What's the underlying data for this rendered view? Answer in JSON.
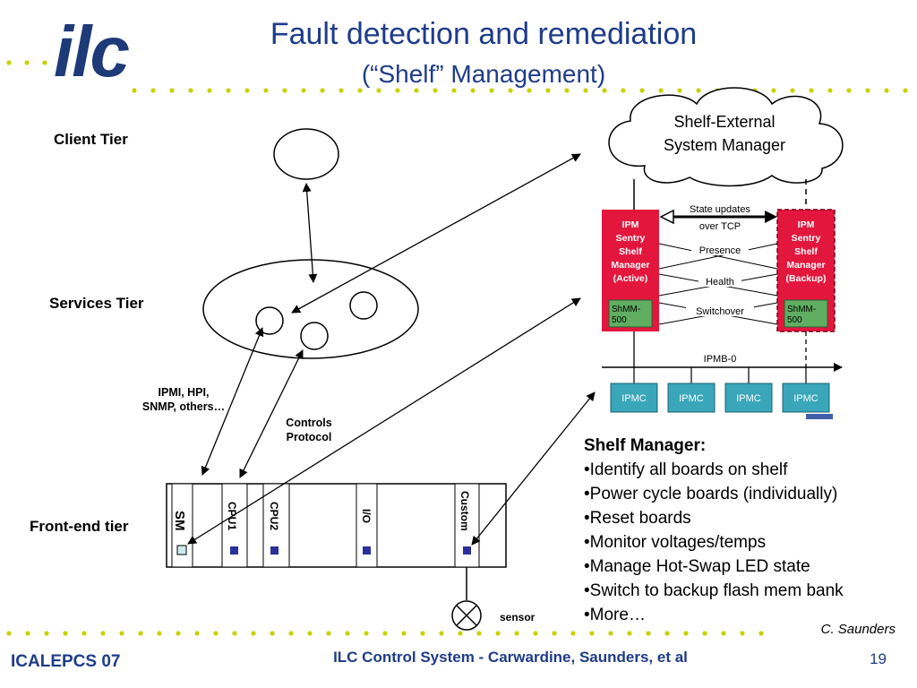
{
  "slide": {
    "logo": "ilc",
    "title": "Fault detection and remediation",
    "subtitle": "(“Shelf” Management)",
    "author": "C. Saunders",
    "footer_left": "ICALEPCS 07",
    "footer_center": "ILC Control System - Carwardine, Saunders, et al",
    "page_number": "19",
    "colors": {
      "title": "#1f3b8a",
      "dots": "#c8d200",
      "ipm_red": "#e3173e",
      "ipmc_teal": "#3aa6b9",
      "shmm_green": "#5fae62",
      "board_led": "#2b2f9e"
    }
  },
  "tiers": {
    "client": "Client Tier",
    "services": "Services Tier",
    "frontend": "Front-end  tier"
  },
  "labels": {
    "ipmi": [
      "IPMI, HPI,",
      "SNMP, others…"
    ],
    "controls": [
      "Controls",
      "Protocol"
    ],
    "sensor": "sensor"
  },
  "crate": {
    "slots": [
      "SM",
      "CPU1",
      "CPU2",
      "I/O",
      "Custom"
    ]
  },
  "shelf_figure": {
    "cloud": [
      "Shelf-External",
      "System Manager"
    ],
    "active": [
      "IPM",
      "Sentry",
      "Shelf",
      "Manager",
      "(Active)"
    ],
    "backup": [
      "IPM",
      "Sentry",
      "Shelf",
      "Manager",
      "(Backup)"
    ],
    "shmm": [
      "ShMM-",
      "500"
    ],
    "links": [
      "State updates",
      "over TCP",
      "Presence",
      "Health",
      "Switchover"
    ],
    "bus": "IPMB-0",
    "ipmc": [
      "IPMC",
      "IPMC",
      "IPMC",
      "IPMC"
    ]
  },
  "shelf_manager": {
    "heading": "Shelf Manager:",
    "items": [
      "•Identify all boards on shelf",
      "•Power cycle boards (individually)",
      "•Reset boards",
      "•Monitor voltages/temps",
      "•Manage Hot-Swap LED state",
      "•Switch to backup flash mem bank",
      "•More…"
    ]
  }
}
